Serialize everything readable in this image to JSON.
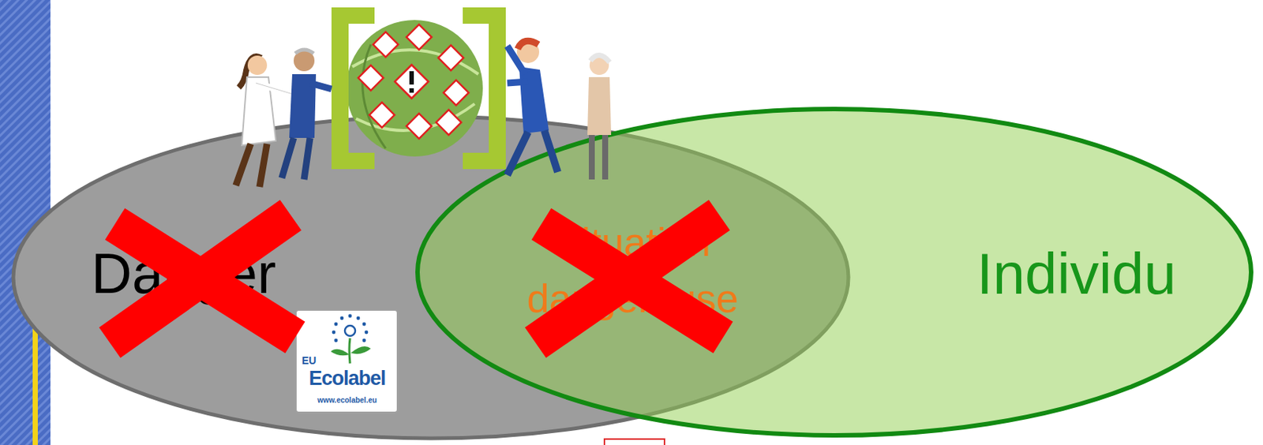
{
  "diagram": {
    "nodes": [
      {
        "text": [
          "Danger"
        ]
      },
      {
        "text": [
          "Individu"
        ]
      }
    ],
    "labels": [
      "Situation dangereuse",
      "EU",
      "Ecolabel",
      "www.ecolabel.eu"
    ]
  }
}
